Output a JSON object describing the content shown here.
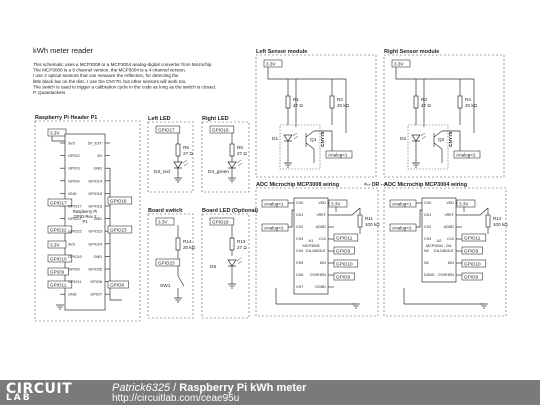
{
  "header": {
    "title": "kWh meter reader",
    "description": [
      "This schematic uses a MCP3008 or a MCP3004 analog-digital converter from Microchip.",
      "The MCP3008 is a 8 channel version, the MCP3004 is a 4 channel version.",
      "I use 2 optical sensors that can measure the reflection, for detecting the",
      "little black bar on the disc. I use the CNY70, but other sensors will work too.",
      "The switch is used to trigger a calibration cycle in the code as long as the switch is closed.",
      "P. Quaedackers"
    ]
  },
  "blocks": {
    "rpi": {
      "label": "Raspberry Pi Header P1",
      "supply": "3.3V",
      "chip_label": [
        "Raspberry Pi",
        "GPIO-Rev 2",
        "P1"
      ],
      "left_pins": [
        "3V3",
        "GPIO2",
        "GPIO3",
        "GPIO4",
        "GND",
        "GPIO17",
        "GPIO27",
        "GPIO22",
        "3V3",
        "GPIO10",
        "GPIO9",
        "GPIO11",
        "GND"
      ],
      "right_pins": [
        "5V_EXT",
        "5V",
        "GND",
        "GPIO14",
        "GPIO15",
        "GPIO18",
        "GND",
        "GPIO23",
        "GPIO24",
        "GND",
        "GPIO25",
        "GPIO8",
        "GPIO7"
      ],
      "left_tags": [
        "GPIO17",
        "GPIO22",
        "3.3V",
        "GPIO10",
        "GPIO9",
        "GPIO11"
      ],
      "right_tags": [
        "GPIO18",
        "GPIO23",
        "GPIO8"
      ]
    },
    "left_led": {
      "label": "Left LED",
      "tag": "GPIO17",
      "r_name": "R5",
      "r_value": "27 Ω",
      "d_name": "D3_red"
    },
    "right_led": {
      "label": "Right LED",
      "tag": "GPIO18",
      "r_name": "R6",
      "r_value": "27 Ω",
      "d_name": "D4_green"
    },
    "board_switch": {
      "label": "Board switch",
      "supply": "3.3V",
      "r_name": "R14",
      "r_value": "20 kΩ",
      "tag": "GPIO23",
      "sw_name": "SW1"
    },
    "board_led": {
      "label": "Board LED (Optional)",
      "tag": "GPIO18",
      "r_name": "R13",
      "r_value": "27 Ω",
      "d_name": "D5"
    },
    "left_sensor": {
      "label": "Left Sensor module",
      "supply": "3.3V",
      "r1_name": "R1",
      "r1_value": "47 Ω",
      "r2_name": "R2",
      "r2_value": "20 kΩ",
      "led_name": "D1",
      "q_name": "Q1",
      "part": "CNY70",
      "output_tag": "Analog<1"
    },
    "right_sensor": {
      "label": "Right Sensor module",
      "supply": "3.3V",
      "r1_name": "R3",
      "r1_value": "47 Ω",
      "r2_name": "R4",
      "r2_value": "20 kΩ",
      "led_name": "D2",
      "q_name": "Q2",
      "part": "CNY70",
      "output_tag": "Analog<2"
    },
    "separator": "<-- OR -->",
    "adc_3008": {
      "label": "ADC Microchip MCP3008 wiring",
      "in_tags": [
        "Analog<1",
        "Analog<2"
      ],
      "supply": "3.3V",
      "r_name": "R11",
      "r_value": "100 kΩ",
      "chip_name": [
        "U1",
        "MCP3008",
        "DIL16"
      ],
      "left_pins": [
        "CH0",
        "CH1",
        "CH2",
        "CH3",
        "CH4",
        "CH5",
        "CH6",
        "CH7"
      ],
      "right_pins": [
        "VDD",
        "VREF",
        "AGND",
        "CLK",
        "DOUT",
        "DIN",
        "CS/SHDN",
        "DGND"
      ],
      "out_tags": [
        "GPIO11",
        "GPIO9",
        "GPIO10",
        "GPIO8"
      ]
    },
    "adc_3004": {
      "label": "ADC Microchip MCP3004 wiring",
      "in_tags": [
        "Analog<1",
        "Analog<2"
      ],
      "supply": "3.3V",
      "r_name": "R12",
      "r_value": "100 kΩ",
      "chip_name": [
        "U2",
        "MCP3004 - DIL",
        "DIL14"
      ],
      "left_pins": [
        "CH0",
        "CH1",
        "CH2",
        "CH3",
        "NC",
        "NC",
        "DGND"
      ],
      "right_pins": [
        "VDD",
        "VREF",
        "AGND",
        "CLK",
        "DOUT",
        "DIN",
        "CS/SHDN"
      ],
      "out_tags": [
        "GPIO11",
        "GPIO9",
        "GPIO10",
        "GPIO8"
      ]
    }
  },
  "footer": {
    "logo_top": "CIRCUIT",
    "logo_bottom": "LAB",
    "author": "Patrick6325",
    "separator": " / ",
    "title": "Raspberry Pi kWh meter",
    "url": "http://circuitlab.com/ceae95u"
  }
}
